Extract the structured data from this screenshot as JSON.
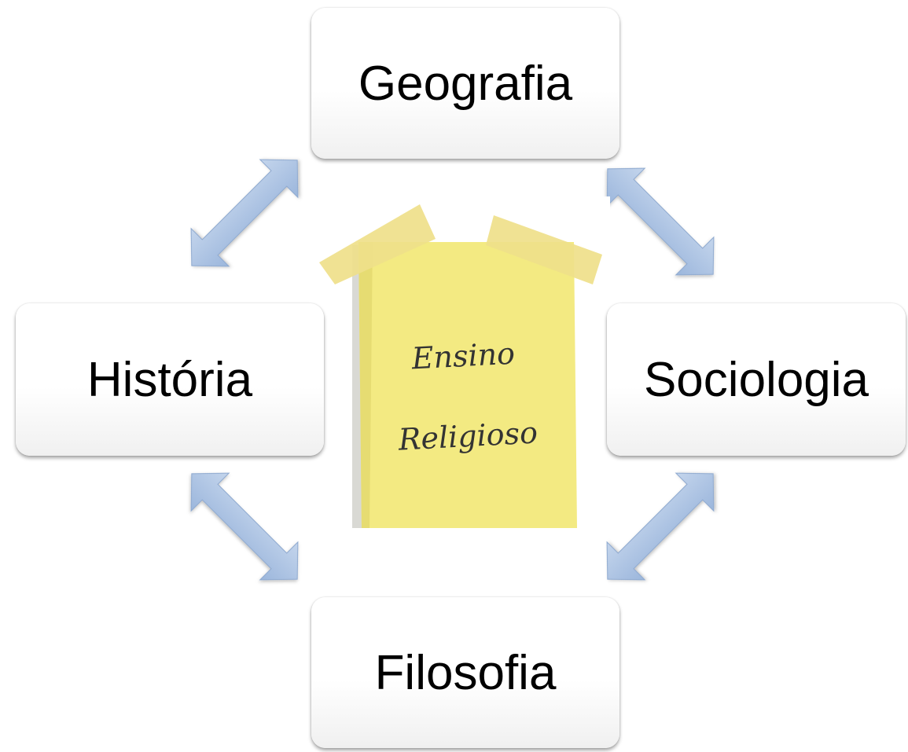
{
  "nodes": {
    "top": "Geografia",
    "left": "História",
    "right": "Sociologia",
    "bottom": "Filosofia"
  },
  "center": {
    "line1": "Ensino",
    "line2": "Religioso"
  },
  "colors": {
    "arrow": "#a9c1e2",
    "arrow_edge": "#8ea9cf",
    "note": "#f3ea82",
    "tape": "#efe08a",
    "node_bg": "#ffffff"
  }
}
